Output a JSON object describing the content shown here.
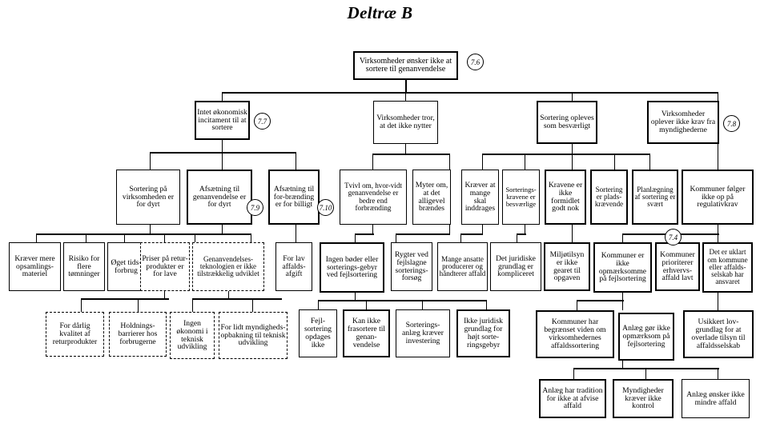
{
  "document": {
    "title": "Deltræ B",
    "type": "fault-tree-diagram",
    "language": "da"
  },
  "nodes": {
    "root": {
      "label": "Virksomheder ønsker ikke at sortere til genanvendelse",
      "ref": "7.6"
    },
    "l1a": {
      "label": "Intet økonomisk incitament til at sortere",
      "ref": "7.7"
    },
    "l1b": {
      "label": "Virksomheder tror, at det ikke nytter"
    },
    "l1c": {
      "label": "Sortering opleves som besværligt"
    },
    "l1d": {
      "label": "Virksomheder oplever ikke  krav fra myndighederne",
      "ref": "7.8"
    },
    "l2a": {
      "label": "Sortering på virksomheden er for dyrt"
    },
    "l2b": {
      "label": "Afsætning til genanvendelse er for dyrt",
      "ref": "7.9"
    },
    "l2c": {
      "label": "Afsætning til for-brænding er for billigt",
      "ref": "7.10"
    },
    "l2d": {
      "label": "Tvivl om, hvor-vidt genanvendelse er bedre end forbrænding"
    },
    "l2e": {
      "label": "Myter om, at det alligevel brændes"
    },
    "l2f": {
      "label": "Kræver at mange skal inddrages"
    },
    "l2g": {
      "label": "Sorterings-kravene er besværlige"
    },
    "l2h": {
      "label": "Kravene er ikke formidlet godt nok"
    },
    "l2i": {
      "label": "Sortering er plads-krævende"
    },
    "l2j": {
      "label": "Planlægning af sortering er svært"
    },
    "l2k": {
      "label": "Kommuner følger ikke op på regulativkrav"
    },
    "l3a": {
      "label": "Kræver mere opsamlings-materiel"
    },
    "l3b": {
      "label": "Risiko for flere tømninger"
    },
    "l3c": {
      "label": "Øget tids-forbrug"
    },
    "l3d": {
      "label": "Priser på retur-produkter er for lave"
    },
    "l3e": {
      "label": "Genanvendelses-teknologien er ikke tilstrækkelig udviklet"
    },
    "l3f": {
      "label": "For lav affalds-afgift"
    },
    "l3g": {
      "label": "Ingen bøder eller sorterings-gebyr ved fejlsortering"
    },
    "l3h": {
      "label": "Rygter ved fejlslagne sorterings-forsøg"
    },
    "l3i": {
      "label": "Mange ansatte producerer og håndterer affald"
    },
    "l3j": {
      "label": "Det juridiske grundlag er kompliceret"
    },
    "l3k": {
      "label": "Miljøtilsyn er ikke gearet til opgaven"
    },
    "l3l": {
      "label": "Kommuner er  ikke opmærksomme på fejlsortering"
    },
    "l3m": {
      "label": "Kommuner prioriterer erhvervs-affald lavt",
      "ref": "7.4"
    },
    "l3n": {
      "label": "Det er uklart om kommune eller affalds-selskab har ansvaret"
    },
    "l4a": {
      "label": "For dårlig kvalitet af returprodukter"
    },
    "l4b": {
      "label": "Holdnings-barrierer hos forbrugerne"
    },
    "l4c": {
      "label": "Ingen økonomi i teknisk udvikling"
    },
    "l4d": {
      "label": "For lidt myndigheds-opbakning til teknisk udvikling"
    },
    "l4e": {
      "label": "Fejl-sortering opdages ikke"
    },
    "l4f": {
      "label": "Kan ikke frasortere til genan-vendelse"
    },
    "l4g": {
      "label": "Sorterings-anlæg kræver investering"
    },
    "l4h": {
      "label": "Ikke juridisk grundlag for højt sorte-ringsgebyr"
    },
    "l4i": {
      "label": "Kommuner har begrænset viden om virksomhedernes affaldssortering"
    },
    "l4j": {
      "label": "Anlæg gør ikke opmærksom på fejlsortering"
    },
    "l4k": {
      "label": "Usikkert lov-grundlag for at overlade tilsyn til affaldsselskab"
    },
    "l5a": {
      "label": "Anlæg har tradition for ikke at afvise affald"
    },
    "l5b": {
      "label": "Myndigheder kræver ikke kontrol"
    },
    "l5c": {
      "label": "Anlæg ønsker ikke mindre affald"
    }
  },
  "refs": {
    "r76": "7.6",
    "r77": "7.7",
    "r78": "7.8",
    "r79": "7.9",
    "r710": "7.10",
    "r74": "7.4"
  },
  "colors": {
    "ink": "#000000",
    "paper": "#ffffff"
  }
}
